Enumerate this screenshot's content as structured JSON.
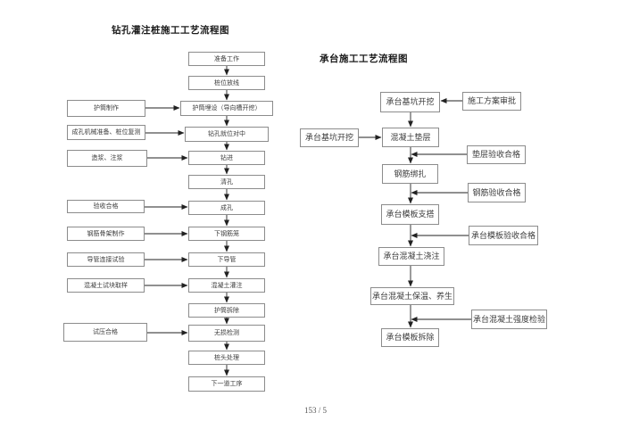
{
  "page": {
    "footer": "153 / 5"
  },
  "colors": {
    "box_border": "#8c8c8c",
    "connector": "#222222",
    "text": "#3c3c3c",
    "title_text": "#1a1a1a"
  },
  "left_chart": {
    "title": "钻孔灌注桩施工工艺流程图",
    "main_nodes": [
      "准备工作",
      "桩位放线",
      "护筒埋设（导向槽开挖）",
      "钻孔就位对中",
      "钻进",
      "清孔",
      "成孔",
      "下钢筋笼",
      "下导管",
      "混凝土灌注",
      "护筒拆除",
      "无损检测",
      "桩头处理",
      "下一道工序"
    ],
    "side_nodes": [
      "护筒制作",
      "成孔机械准备、桩位复测",
      "造浆、注浆",
      "验收合格",
      "钢筋骨架制作",
      "导管连接试验",
      "混凝土试块取样",
      "试压合格"
    ]
  },
  "right_chart": {
    "title": "承台施工工艺流程图",
    "main_nodes": [
      "承台基坑开挖",
      "混凝土垫层",
      "钢筋绑扎",
      "承台模板支搭",
      "承台混凝土浇注",
      "承台混凝土保温、养生",
      "承台模板拆除"
    ],
    "left_node": "承台基坑开挖",
    "side_nodes": [
      "施工方案审批",
      "垫层验收合格",
      "钢筋验收合格",
      "承台模板验收合格",
      "承台混凝土强度检验"
    ]
  }
}
